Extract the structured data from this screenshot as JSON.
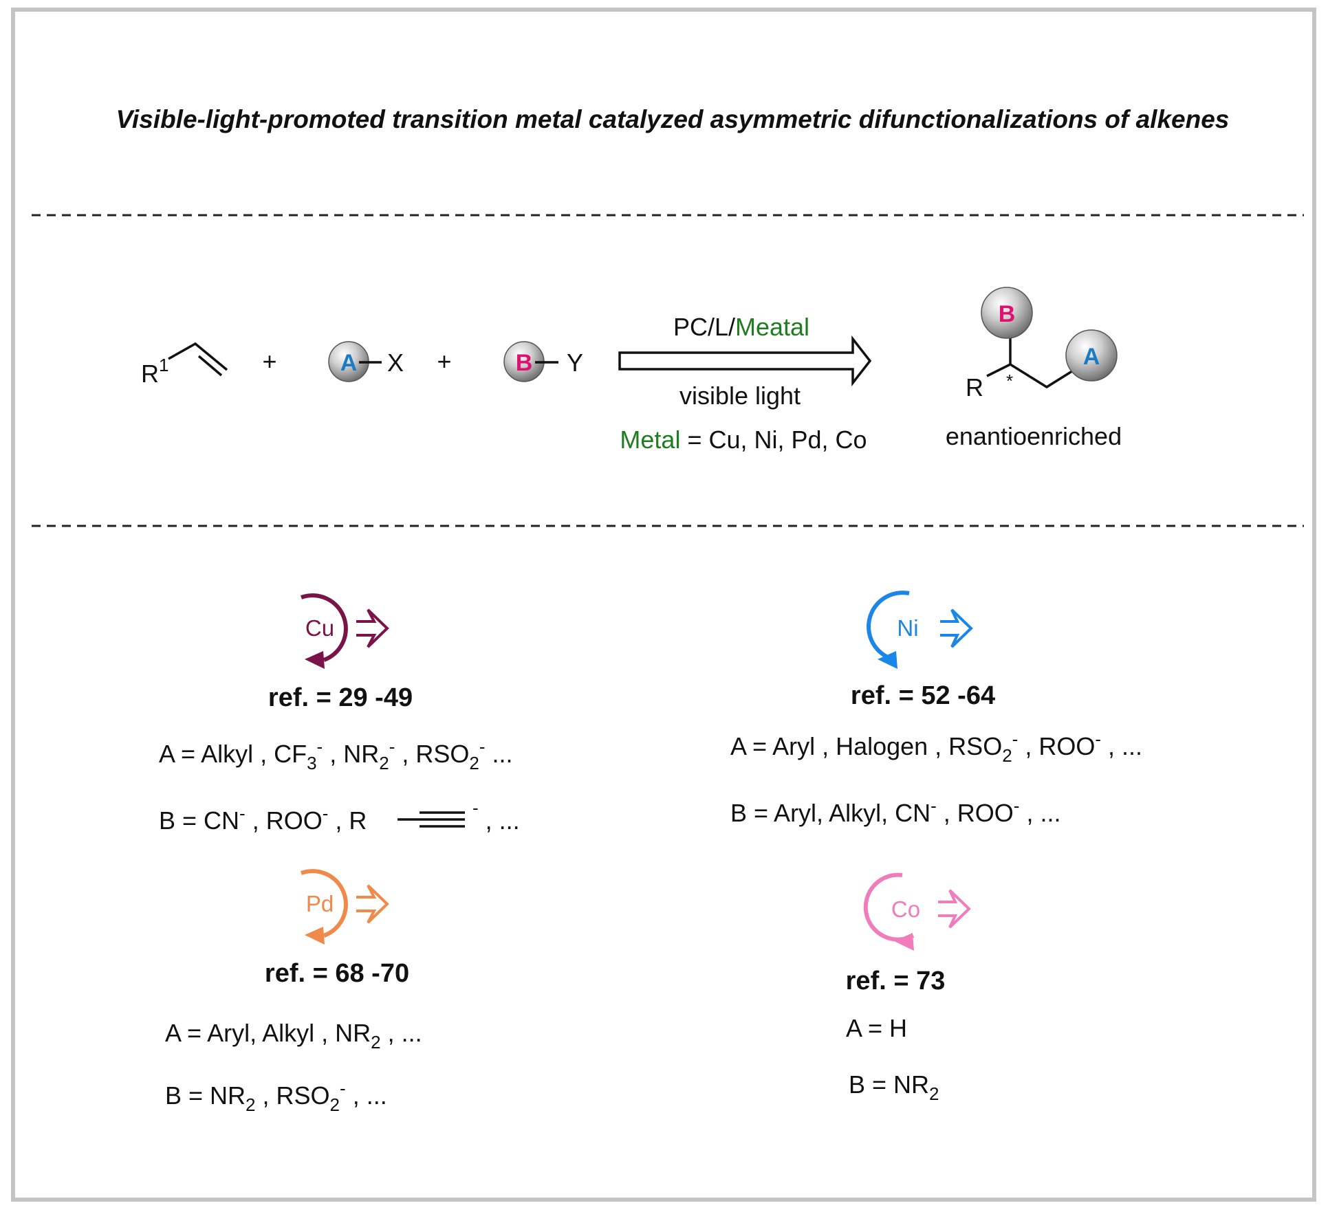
{
  "title": "Visible-light-promoted transition metal catalyzed asymmetric difunctionalizations of alkenes",
  "colors": {
    "green": "#1e7d1e",
    "magenta": "#e0106e",
    "blue": "#1a7bc2",
    "Cu": "#7a1448",
    "Ni": "#1a86e8",
    "Pd": "#f08a4b",
    "Co": "#f07cbc",
    "ball": "#9a9a9a",
    "border": "#c4c4c4"
  },
  "scheme": {
    "r1": "R",
    "r1_sup": "1",
    "plus": "+",
    "ball_a": "A",
    "ball_b": "B",
    "x": "X",
    "y": "Y",
    "arrow_top_1": "PC/L/",
    "arrow_top_2": "Meatal",
    "arrow_bottom": "visible light",
    "metal_label": "Metal",
    "metal_list": " = Cu, Ni, Pd, Co",
    "product_r": "R",
    "product_star": "*",
    "product_label": "enantioenriched"
  },
  "catalysts": {
    "cu": {
      "symbol": "Cu",
      "ref": "ref. = 29 -49",
      "a_pre": "A = Alkyl , CF",
      "a_s1": "3",
      "a_p1": "-",
      "a_m1": " , NR",
      "a_s2": "2",
      "a_p2": "-",
      "a_m2": " , RSO",
      "a_s3": "2",
      "a_p3": "-",
      "a_end": " ...",
      "b_pre": "B = CN",
      "b_p1": "-",
      "b_m1": " , ROO",
      "b_p2": "-",
      "b_m2": " ,  R",
      "b_p3": "-",
      "b_end": " , ..."
    },
    "ni": {
      "symbol": "Ni",
      "ref": "ref. = 52 -64",
      "a_pre": "A = Aryl , Halogen , RSO",
      "a_s1": "2",
      "a_p1": "-",
      "a_m1": " , ROO",
      "a_p2": "-",
      "a_end": " , ...",
      "b_pre": "B = Aryl, Alkyl, CN",
      "b_p1": "-",
      "b_m1": " , ROO",
      "b_p2": "-",
      "b_end": " , ..."
    },
    "pd": {
      "symbol": "Pd",
      "ref": "ref. = 68 -70",
      "a_pre": "A = Aryl, Alkyl , NR",
      "a_s1": "2",
      "a_end": " , ...",
      "b_pre": "B = NR",
      "b_s1": "2",
      "b_m1": " , RSO",
      "b_s2": "2",
      "b_p1": "-",
      "b_end": " , ..."
    },
    "co": {
      "symbol": "Co",
      "ref": "ref. = 73",
      "a_line": "A = H",
      "b_pre": "B = NR",
      "b_s1": "2"
    }
  }
}
